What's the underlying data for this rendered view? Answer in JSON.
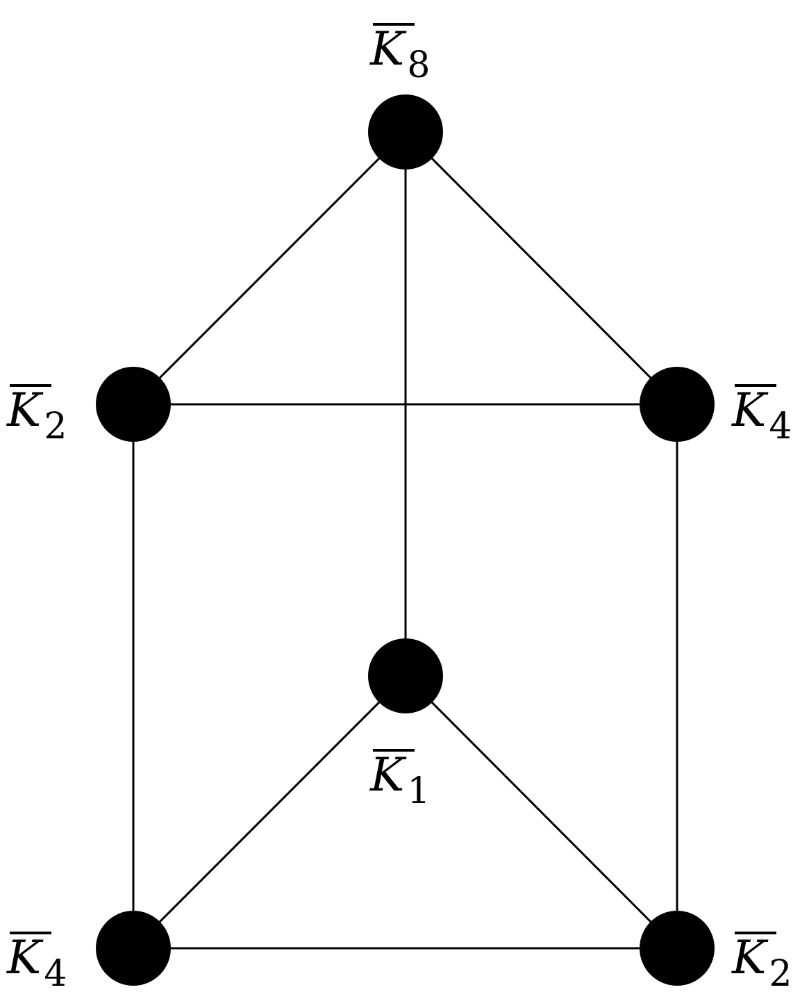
{
  "graph": {
    "colors": {
      "edge": "#000000",
      "node": "#000000",
      "background": "#ffffff"
    },
    "nodes": [
      {
        "id": "top",
        "symbol": "K",
        "subscript": "8",
        "overline": true
      },
      {
        "id": "mid-left",
        "symbol": "K",
        "subscript": "2",
        "overline": true
      },
      {
        "id": "mid-right",
        "symbol": "K",
        "subscript": "4",
        "overline": true
      },
      {
        "id": "center",
        "symbol": "K",
        "subscript": "1",
        "overline": true
      },
      {
        "id": "bottom-left",
        "symbol": "K",
        "subscript": "4",
        "overline": true
      },
      {
        "id": "bottom-right",
        "symbol": "K",
        "subscript": "2",
        "overline": true
      }
    ],
    "edges": [
      [
        "top",
        "mid-left"
      ],
      [
        "top",
        "mid-right"
      ],
      [
        "top",
        "center"
      ],
      [
        "mid-left",
        "mid-right"
      ],
      [
        "mid-left",
        "bottom-left"
      ],
      [
        "mid-right",
        "bottom-right"
      ],
      [
        "center",
        "bottom-left"
      ],
      [
        "center",
        "bottom-right"
      ],
      [
        "bottom-left",
        "bottom-right"
      ]
    ]
  }
}
